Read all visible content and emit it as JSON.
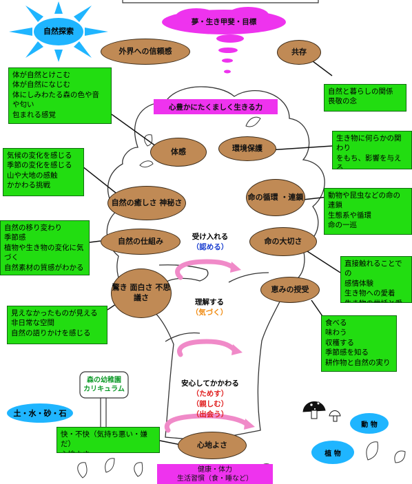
{
  "labels": {
    "nature_discovery": "自然探索",
    "dreams": "夢・生き甲斐・目標",
    "living": "心豊かにたくましく生きる力",
    "trust": "外界への信頼感",
    "coexist": "共存",
    "body_sense": "体感",
    "env_protect": "環境保護",
    "mystery": "自然の癒しさ\n神秘さ",
    "life_cycle": "命の循環\n・連鎖",
    "mechanism": "自然の仕組み",
    "life_value": "命の大切さ",
    "wonder": "驚き\n面白さ\n不思議さ",
    "blessing": "恵みの授受",
    "comfort": "心地よさ",
    "accept": "受け入れる",
    "accept_sub": "（認める）",
    "understand": "理解する",
    "understand_sub": "（気づく）",
    "engage": "安心してかかわる",
    "engage_sub": "（ためす）\n（親しむ）\n（出会う）",
    "health": "健康・体力\n生活習慣（食・睡など）",
    "soil": "土・水・砂・石",
    "animals": "動 物",
    "plants": "植 物",
    "sign": "森の幼稚園\nカリキュラム"
  },
  "notes": {
    "body_feel": "体が自然とけこむ\n体が自然になじむ\n体にしみわたる森の色や音\nや匂い\n包まれる感覚",
    "coexist_note": "自然と暮らしの関係\n畏敬の念",
    "weather": "気候の変化を感じる\n季節の変化を感じる\n山や大地の感触\nかかわる挑戦",
    "creatures": "生き物に何らかの関わり\nをもち、影響を与える\nのとしてみる目や感覚",
    "seasons": "自然の移り変わり\n季節感\n植物や生き物の変化に気\nづく\n自然素材の質感がわかる",
    "food_chain": "動物や昆虫などの命の\n連鎖\n生態系や循環\n命の一巡",
    "hidden": "見えなかったものが見える\n非日常な空間\n自然の語りかけを感じる",
    "contact": "直接触れることでの\n感情体験\n生き物への愛着\n生き物の世話と愛情",
    "harvest": "食べる\n味わう\n収穫する\n季節感を知る\n耕作物と自然の実り",
    "comfort_note": "快・不快（気持ち悪い・嫌だ）\n心地よさ"
  },
  "colors": {
    "oval": "#c08a55",
    "note": "#22dd11",
    "banner": "#ee33ee",
    "sun": "#1fb5ff",
    "arrow": "#f08ac8",
    "text_red": "#e02020",
    "text_blue": "#1a3fd0",
    "text_orange": "#f08a10"
  }
}
